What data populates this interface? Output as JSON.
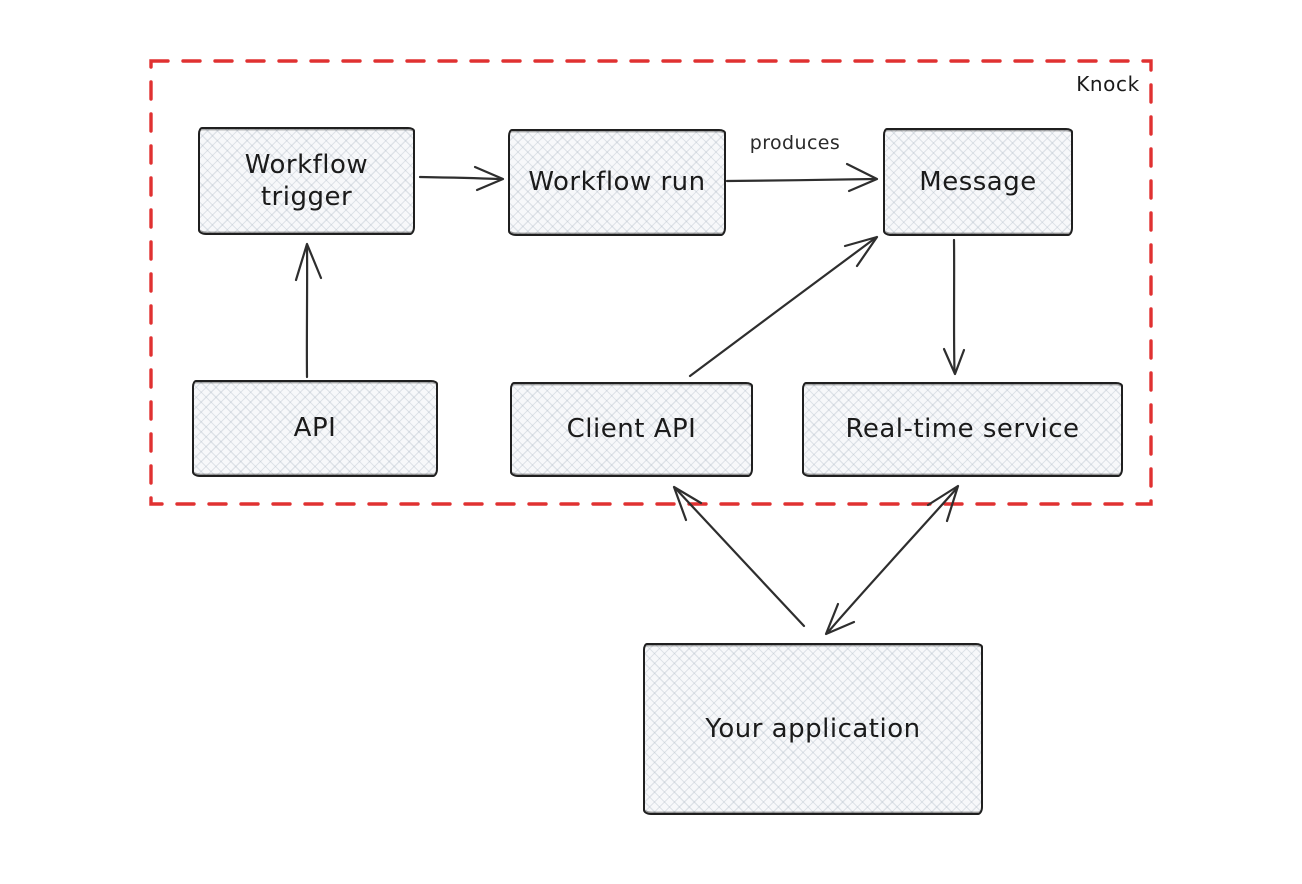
{
  "diagram": {
    "type": "architecture-flow",
    "boundary": {
      "label": "Knock",
      "style": "dashed",
      "color": "#e03131"
    },
    "nodes": [
      {
        "id": "workflow-trigger",
        "label": "Workflow trigger",
        "inside_boundary": true
      },
      {
        "id": "workflow-run",
        "label": "Workflow run",
        "inside_boundary": true
      },
      {
        "id": "message",
        "label": "Message",
        "inside_boundary": true
      },
      {
        "id": "api",
        "label": "API",
        "inside_boundary": true
      },
      {
        "id": "client-api",
        "label": "Client API",
        "inside_boundary": true
      },
      {
        "id": "real-time-service",
        "label": "Real-time service",
        "inside_boundary": true
      },
      {
        "id": "your-application",
        "label": "Your application",
        "inside_boundary": false
      }
    ],
    "edges": [
      {
        "from": "workflow-trigger",
        "to": "workflow-run",
        "label": "",
        "heads": "end"
      },
      {
        "from": "workflow-run",
        "to": "message",
        "label": "produces",
        "heads": "end"
      },
      {
        "from": "api",
        "to": "workflow-trigger",
        "label": "",
        "heads": "end"
      },
      {
        "from": "client-api",
        "to": "message",
        "label": "",
        "heads": "end"
      },
      {
        "from": "message",
        "to": "real-time-service",
        "label": "",
        "heads": "end"
      },
      {
        "from": "your-application",
        "to": "client-api",
        "label": "",
        "heads": "end"
      },
      {
        "from": "real-time-service",
        "to": "your-application",
        "label": "",
        "heads": "both"
      }
    ],
    "colors": {
      "boundary": "#e03131",
      "node_stroke": "#1f1f1f",
      "node_fill": "#f7f8fa",
      "arrow": "#2e2e2e",
      "background": "#ffffff",
      "text": "#1b1b1b"
    }
  }
}
